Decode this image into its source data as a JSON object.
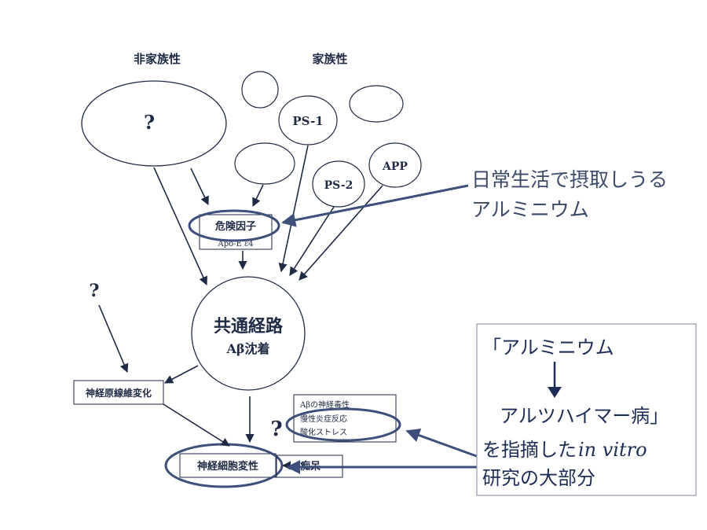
{
  "headers": {
    "non_familial": "非家族性",
    "familial": "家族性"
  },
  "nodes": {
    "unknown_cause": "?",
    "ps1": "PS-1",
    "ps2": "PS-2",
    "app": "APP",
    "risk_factor": "危険因子",
    "apoe": "Apo-E ε4",
    "common_path_title": "共通経路",
    "common_path_sub": "Aβ沈着",
    "unknown_left": "?",
    "neurofibrillary": "神経原線維変化",
    "unknown_mid": "?",
    "mech_1": "Aβの神経毒性",
    "mech_2": "慢性炎症反応",
    "mech_3": "酸化ストレス",
    "neuron_degeneration": "神経細胞変性",
    "dementia": "痴呆"
  },
  "callouts": {
    "dietary_line1": "日常生活で摂取しうる",
    "dietary_line2": "アルミニウム",
    "box_line1": "「アルミニウム",
    "box_line3": "アルツハイマー病」",
    "box_line4_a": "を指摘した",
    "box_line4_b": "in vitro",
    "box_line5": "研究の大部分"
  },
  "colors": {
    "ink": "#1f2a44",
    "highlight": "#3d4f7a",
    "callout_text": "#1e2d55",
    "box_border": "#9aa0ad"
  }
}
